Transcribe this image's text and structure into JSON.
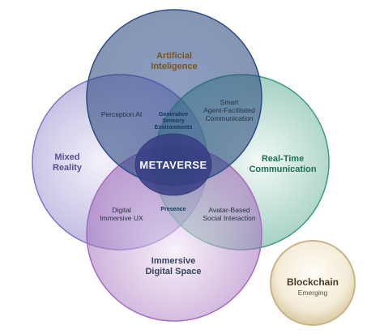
{
  "circles": {
    "ai": {
      "title_lines": [
        "Artificial",
        "Inteligence"
      ],
      "color": "#1f3d73",
      "text_color": "#7a5418"
    },
    "mixed_reality": {
      "title_lines": [
        "Mixed",
        "Reality"
      ],
      "color": "#6d63b6",
      "text_color": "#5a4f93"
    },
    "rtc": {
      "title_lines": [
        "Real-Time",
        "Communication"
      ],
      "color": "#2f8d6e",
      "text_color": "#1f6f55"
    },
    "immersive": {
      "title_lines": [
        "Immersive",
        "Digital Space"
      ],
      "color": "#8a4ea6",
      "text_color": "#34455f"
    }
  },
  "intersections": {
    "perception_ai": "Perception AI",
    "generative": [
      "Generative",
      "Sensory",
      "Environments"
    ],
    "smart_agent": [
      "Smart",
      "Agent-Facilitated",
      "Communication"
    ],
    "digital_ux": [
      "Digital",
      "Immersive UX"
    ],
    "presence": "Presence",
    "avatar": [
      "Avatar-Based",
      "Social Interaction"
    ]
  },
  "center": {
    "label": "METAVERSE"
  },
  "blockchain": {
    "title": "Blockchain",
    "subtitle": "Emerging",
    "color": "#d8c9a2"
  }
}
